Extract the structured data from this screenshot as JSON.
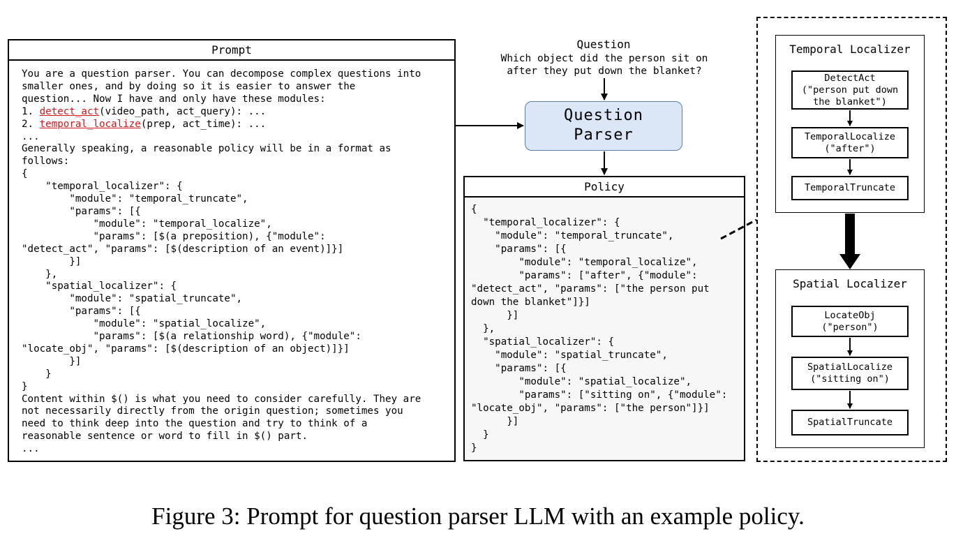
{
  "prompt": {
    "title": "Prompt",
    "lines": [
      "You are a question parser. You can decompose complex questions into",
      "smaller ones, and by doing so it is easier to answer the",
      "question... Now I have and only have these modules:",
      "1. ",
      "2. ",
      "...",
      "Generally speaking, a reasonable policy will be in a format as",
      "follows:",
      "{",
      "    \"temporal_localizer\": {",
      "        \"module\": \"temporal_truncate\",",
      "        \"params\": [{",
      "            \"module\": \"temporal_localize\",",
      "            \"params\": [$(a preposition), {\"module\":",
      "\"detect_act\", \"params\": [$(description of an event)]}]",
      "        }]",
      "    },",
      "    \"spatial_localizer\": {",
      "        \"module\": \"spatial_truncate\",",
      "        \"params\": [{",
      "            \"module\": \"spatial_localize\",",
      "            \"params\": [$(a relationship word), {\"module\":",
      "\"locate_obj\", \"params\": [$(description of an object)]}]",
      "        }]",
      "    }",
      "}",
      "Content within $() is what you need to consider carefully. They are",
      "not necessarily directly from the origin question; sometimes you",
      "need to think deep into the question and try to think of a",
      "reasonable sentence or word to fill in $() part.",
      "..."
    ],
    "module_lines": [
      {
        "prefix": "1. ",
        "name": "detect_act",
        "args": "(video_path, act_query): ..."
      },
      {
        "prefix": "2. ",
        "name": "temporal_localize",
        "args": "(prep, act_time): ..."
      }
    ]
  },
  "question": {
    "title": "Question",
    "line1": "Which object did the person sit on",
    "line2": "after they put down the blanket?"
  },
  "parser": {
    "line1": "Question",
    "line2": "Parser"
  },
  "policy": {
    "title": "Policy",
    "lines": [
      "{",
      "  \"temporal_localizer\": {",
      "    \"module\": \"temporal_truncate\",",
      "    \"params\": [{",
      "        \"module\": \"temporal_localize\",",
      "        \"params\": [\"after\", {\"module\":",
      "\"detect_act\", \"params\": [\"the person put",
      "down the blanket\"]}]",
      "      }]",
      "  },",
      "  \"spatial_localizer\": {",
      "    \"module\": \"spatial_truncate\",",
      "    \"params\": [{",
      "        \"module\": \"spatial_localize\",",
      "        \"params\": [\"sitting on\", {\"module\":",
      "\"locate_obj\", \"params\": [\"the person\"]}]",
      "      }]",
      "  }",
      "}"
    ]
  },
  "temporal_localizer": {
    "title": "Temporal Localizer",
    "modules": [
      {
        "name": "DetectAct",
        "arg": "(\"person put down",
        "arg2": "the blanket\")"
      },
      {
        "name": "TemporalLocalize",
        "arg": "(\"after\")",
        "arg2": ""
      },
      {
        "name": "TemporalTruncate",
        "arg": "",
        "arg2": ""
      }
    ]
  },
  "spatial_localizer": {
    "title": "Spatial Localizer",
    "modules": [
      {
        "name": "LocateObj",
        "arg": "(\"person\")"
      },
      {
        "name": "SpatialLocalize",
        "arg": "(\"sitting on\")"
      },
      {
        "name": "SpatialTruncate",
        "arg": ""
      }
    ]
  },
  "caption": "Figure 3: Prompt for question parser LLM with an example policy.",
  "colors": {
    "highlight_red": "#d0161b",
    "parser_fill": "#dbe7f7",
    "parser_border": "#5a7fa8",
    "policy_fill": "#f7f7f7"
  }
}
